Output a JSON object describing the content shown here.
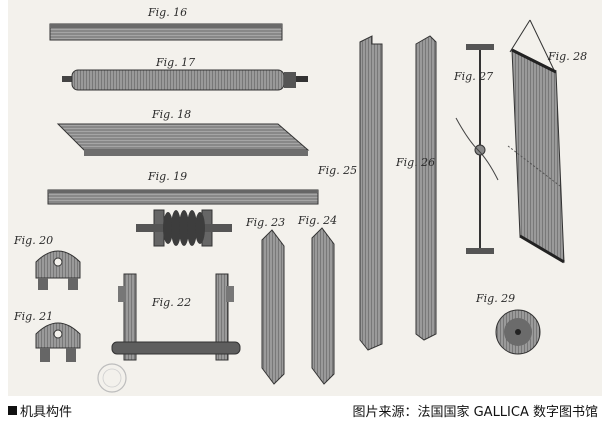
{
  "plate": {
    "fig16": "Fig. 16",
    "fig17": "Fig. 17",
    "fig18": "Fig. 18",
    "fig19": "Fig. 19",
    "fig20": "Fig. 20",
    "fig21": "Fig. 21",
    "fig22": "Fig. 22",
    "fig23": "Fig. 23",
    "fig24": "Fig. 24",
    "fig25": "Fig. 25",
    "fig26": "Fig. 26",
    "fig27": "Fig. 27",
    "fig28": "Fig. 28",
    "fig29": "Fig. 29"
  },
  "caption": {
    "left": "机具构件",
    "right": "图片来源：法国国家 GALLICA 数字图书馆"
  },
  "colors": {
    "ink": "#2a2a2a",
    "paper": "#f3f1ec",
    "wood": "#7d7d7d"
  }
}
